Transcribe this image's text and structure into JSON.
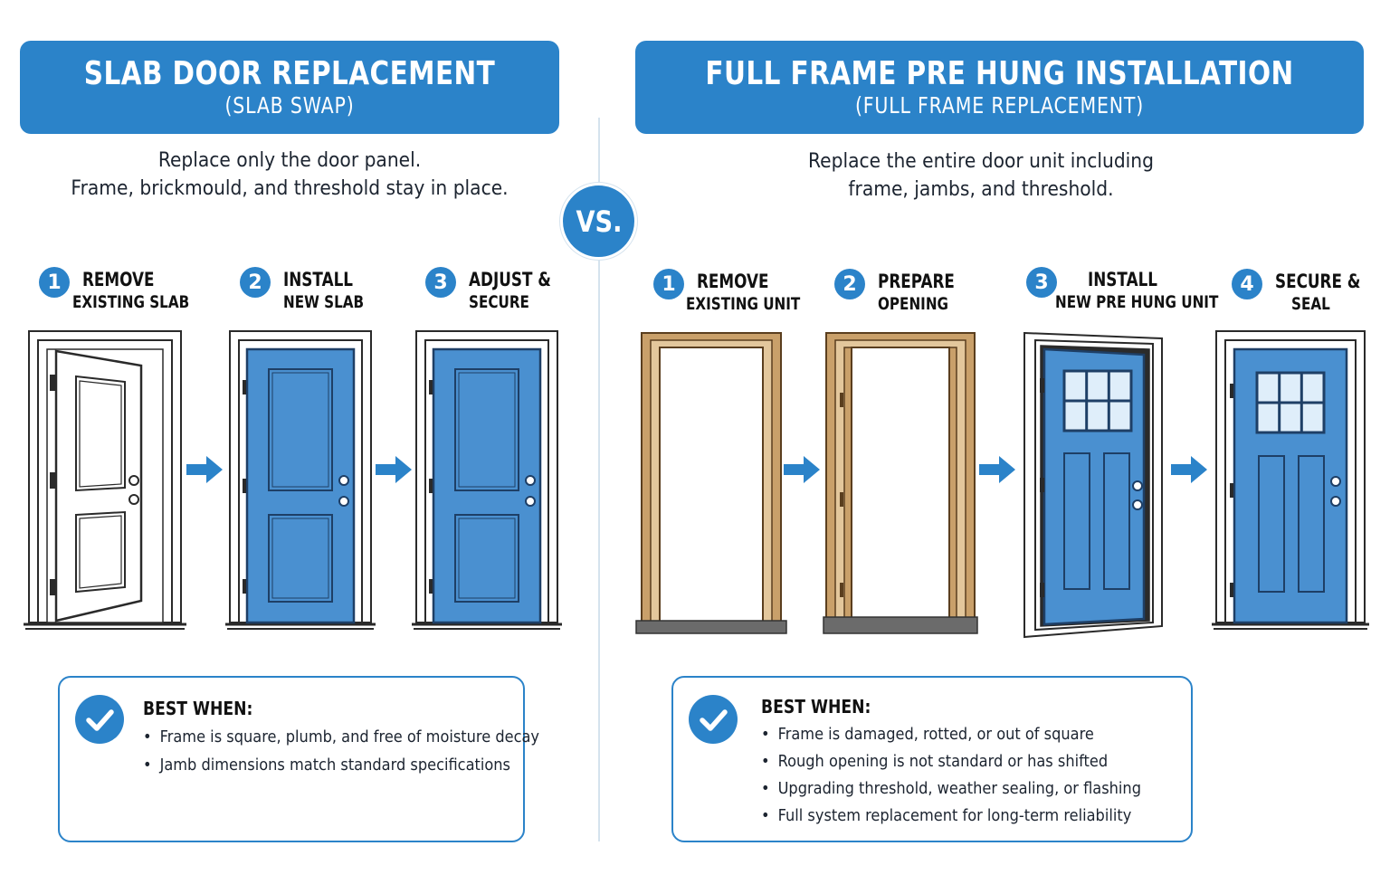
{
  "left": {
    "title": "SLAB DOOR REPLACEMENT",
    "subtitle": "(SLAB SWAP)",
    "desc_line1": "Replace only the door panel.",
    "desc_line2": "Frame, brickmould, and threshold stay in place.",
    "steps": [
      {
        "num": "1",
        "line1": "REMOVE",
        "line2": "EXISTING SLAB"
      },
      {
        "num": "2",
        "line1": "INSTALL",
        "line2": "NEW SLAB"
      },
      {
        "num": "3",
        "line1": "ADJUST &",
        "line2": "SECURE"
      }
    ],
    "best_when_title": "BEST WHEN:",
    "best_when": [
      "Frame is square, plumb, and free of moisture decay",
      "Jamb dimensions match standard specifications"
    ]
  },
  "right": {
    "title": "FULL FRAME PRE HUNG INSTALLATION",
    "subtitle": "(FULL FRAME REPLACEMENT)",
    "desc_line1": "Replace the entire door unit including",
    "desc_line2": "frame, jambs, and threshold.",
    "steps": [
      {
        "num": "1",
        "line1": "REMOVE",
        "line2": "EXISTING UNIT"
      },
      {
        "num": "2",
        "line1": "PREPARE",
        "line2": "OPENING"
      },
      {
        "num": "3",
        "line1": "INSTALL",
        "line2": "NEW PRE HUNG UNIT"
      },
      {
        "num": "4",
        "line1": "SECURE &",
        "line2": "SEAL"
      }
    ],
    "best_when_title": "BEST WHEN:",
    "best_when": [
      "Frame is damaged, rotted, or out of square",
      "Rough opening is not standard or has shifted",
      "Upgrading threshold, weather sealing, or flashing",
      "Full system replacement for long-term reliability"
    ]
  },
  "vs_label": "VS.",
  "colors": {
    "accent": "#2b83c9",
    "door_blue": "#4a90d0",
    "wood": "#c9a06a"
  },
  "icons": {
    "check": "check-icon",
    "arrow": "arrow-right-icon"
  }
}
